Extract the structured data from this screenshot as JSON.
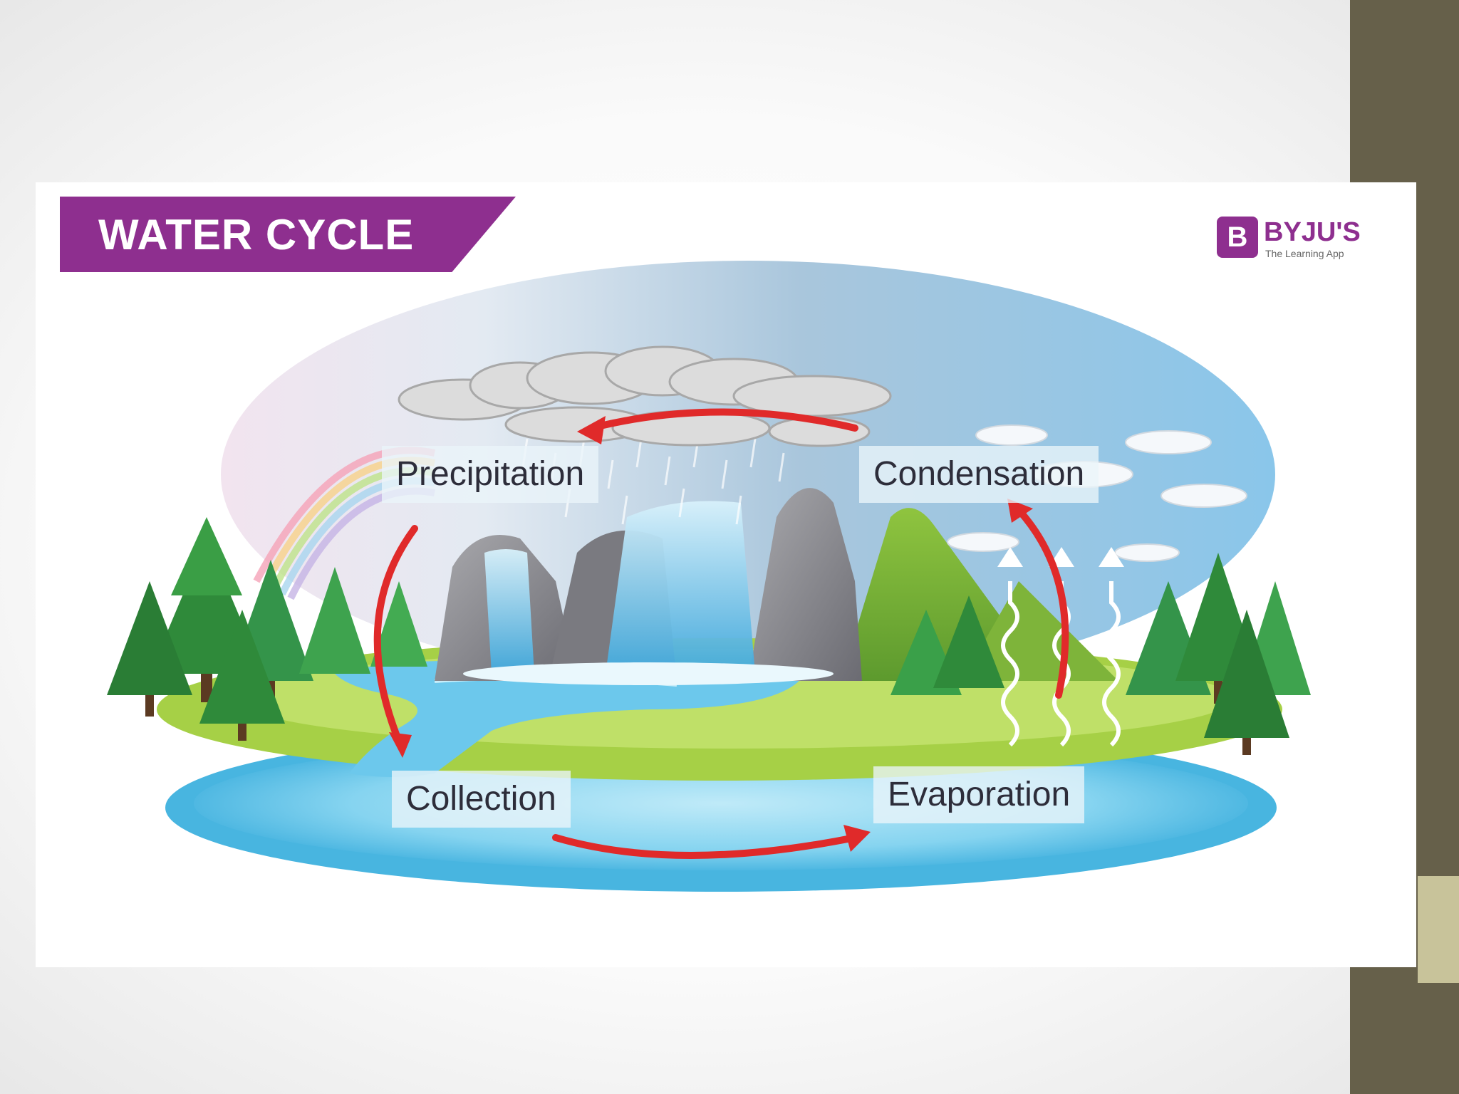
{
  "title": "WATER CYCLE",
  "logo": {
    "name": "BYJU'S",
    "tagline": "The Learning App",
    "mark": "B",
    "icon": "byjus-logo-icon"
  },
  "stages": {
    "precipitation": "Precipitation",
    "condensation": "Condensation",
    "collection": "Collection",
    "evaporation": "Evaporation"
  },
  "colors": {
    "banner": "#8e2f8f",
    "arrow": "#e02a2a",
    "side_bar": "#66604a",
    "water": "#5bc6ea",
    "grass": "#9ccc3a"
  }
}
